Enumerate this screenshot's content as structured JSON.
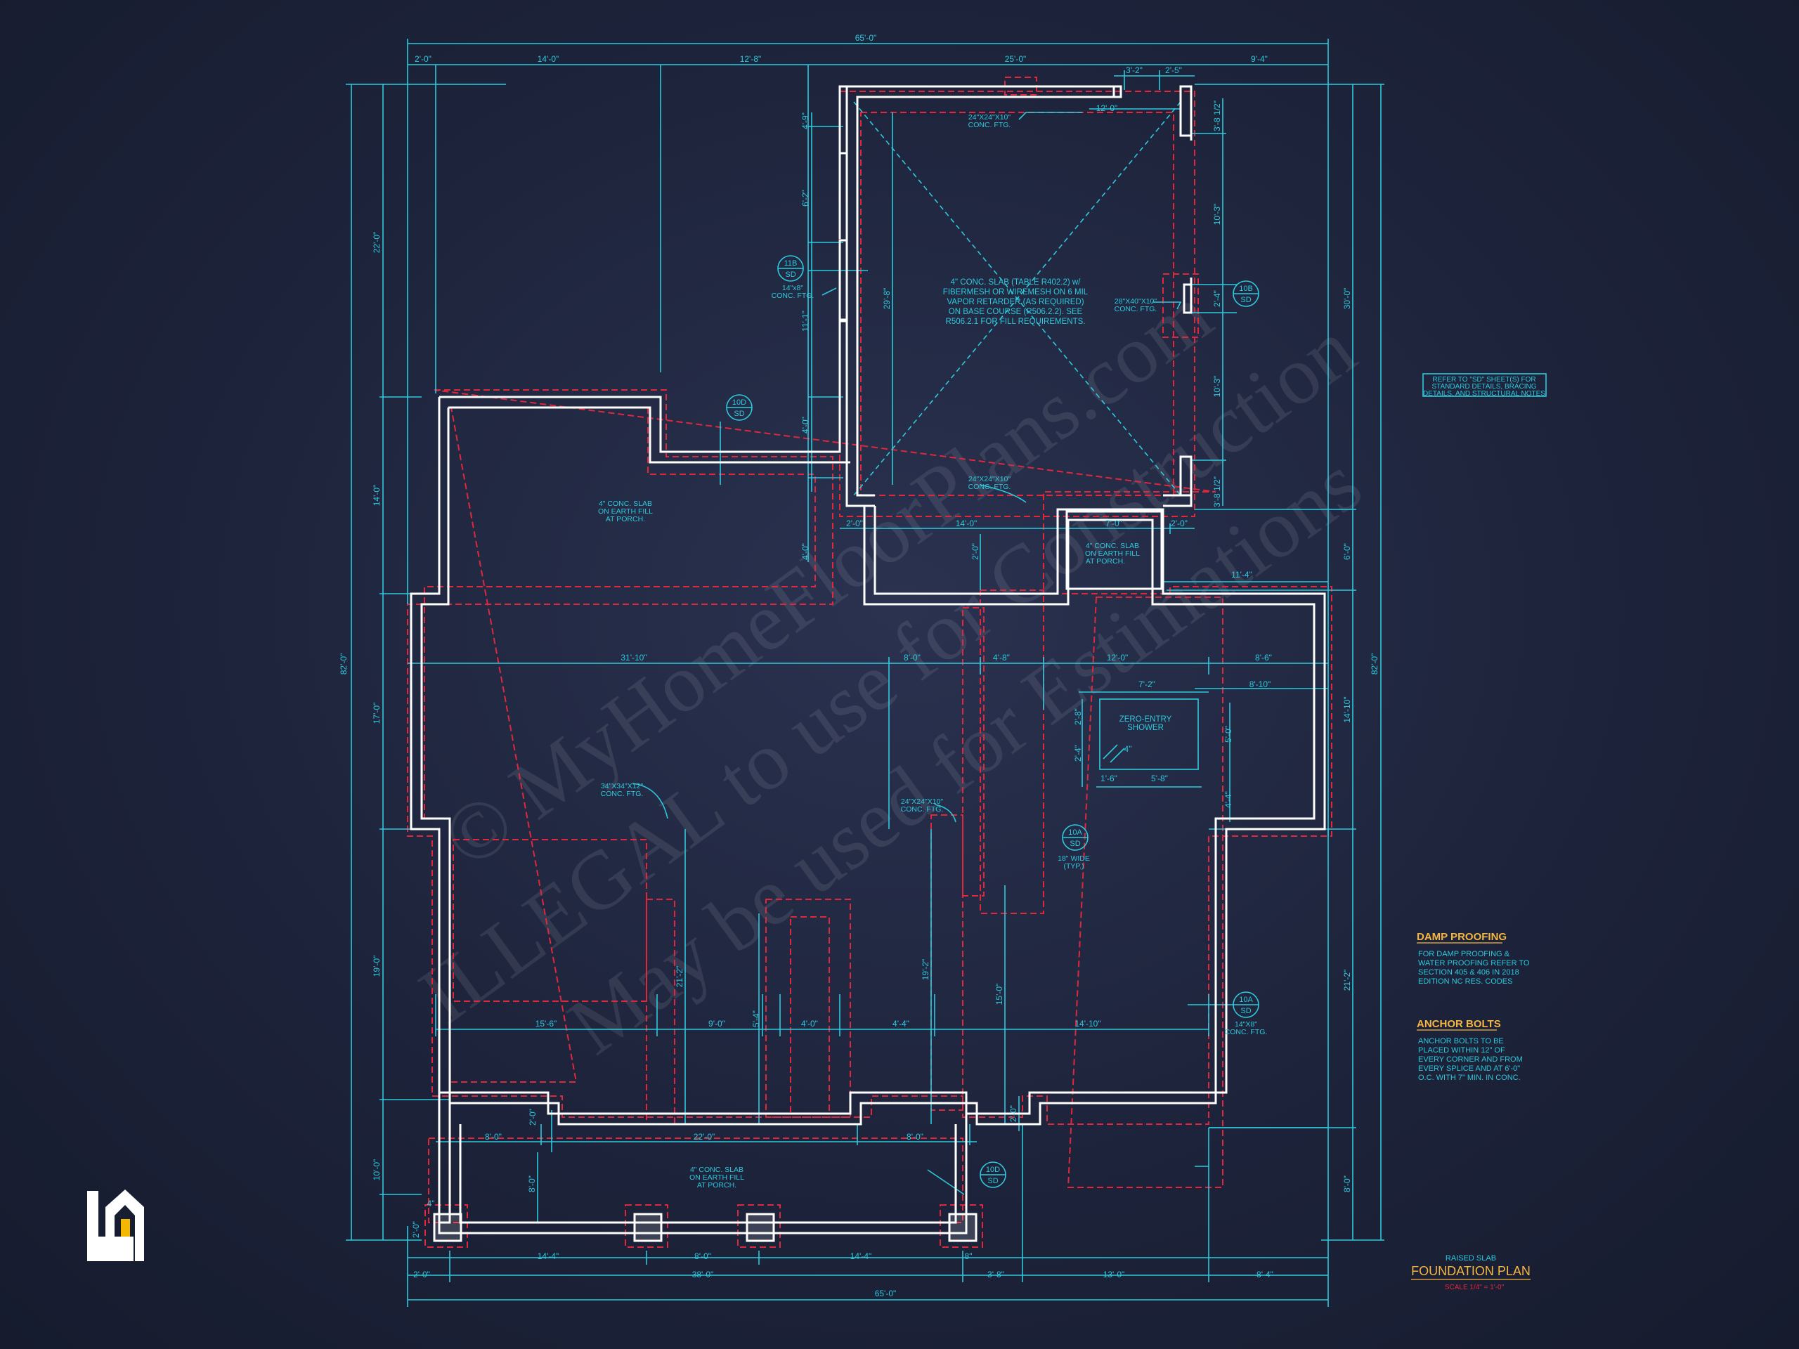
{
  "top_dims_overall": "65'-0\"",
  "top_dims": [
    "2'-0\"",
    "14'-0\"",
    "12'-8\"",
    "25'-0\"",
    "3'-2\"",
    "2'-5\"",
    "9'-4\""
  ],
  "bottom_dims_overall": "65'-0\"",
  "bottom_dims_row1": [
    "4\"",
    "14'-4\"",
    "8'-0\"",
    "14'-4\"",
    "8\""
  ],
  "bottom_dims_row2": [
    "2'-0\"",
    "38'-0\"",
    "3'-8\"",
    "13'-0\"",
    "8'-4\""
  ],
  "left_dims_overall": "82'-0\"",
  "left_dims": [
    "22'-0\"",
    "14'-0\"",
    "17'-0\"",
    "19'-0\"",
    "10'-0\"",
    "2'-0\""
  ],
  "right_dims_overall": "82'-0\"",
  "right_dims": [
    "30'-0\"",
    "6'-0\"",
    "14'-10\"",
    "21'-2\"",
    "8'-0\""
  ],
  "garage_dims": [
    "12'-0\"",
    "3'-8 1/2\"",
    "10'-3\"",
    "2'-4\"",
    "10'-3\"",
    "3'-8 1/2\"",
    "29'-8\""
  ],
  "garage_left_dims": [
    "4'-9\"",
    "6'-2\"",
    "11'-1\"",
    "4'-0\"",
    "4'-0\""
  ],
  "mid_dims": [
    "2'-0\"",
    "14'-0\"",
    "7'-0\"",
    "2'-0\"",
    "11'-4\"",
    "2'-0\""
  ],
  "row_574": [
    "31'-10\"",
    "8'-0\"",
    "4'-8\"",
    "12'-0\"",
    "8'-6\""
  ],
  "shower_dims": [
    "7'-2\"",
    "8'-10\"",
    "2'-8\"",
    "2'-4\"",
    "4\"",
    "1'-6\"",
    "5'-8\"",
    "5'-0\"",
    "4'-4\""
  ],
  "row_893": [
    "15'-6\"",
    "9'-0\"",
    "5'-4\"",
    "4'-0\"",
    "4'-4\"",
    "14'-10\""
  ],
  "vertical_interior": [
    "21'-2\"",
    "19'-2\"",
    "15'-0\"",
    "2'-0\"",
    "8'-0\""
  ],
  "porch_dims": [
    "8'-0\"",
    "22'-0\"",
    "8'-0\"",
    "2'-0\""
  ],
  "notes": {
    "garage_slab": [
      "4\" CONC. SLAB (TABLE R402.2) w/",
      "FIBERMESH OR WIREMESH ON 6 MIL",
      "VAPOR RETARDER (AS REQUIRED)",
      "ON BASE COURSE (R506.2.2). SEE",
      "R506.2.1 FOR FILL REQUIREMENTS."
    ],
    "ftg_24x24_top": [
      "24\"X24\"X10\"",
      "CONC. FTG."
    ],
    "ftg_24x24_bottom": [
      "24\"X24\"X10\"",
      "CONC. FTG."
    ],
    "ftg_28x40": [
      "28\"X40\"X10\"",
      "CONC. FTG."
    ],
    "ftg_14x8_left": [
      "14\"x8\"",
      "CONC. FTG."
    ],
    "porch_slab_left": [
      "4\" CONC. SLAB",
      "ON EARTH FILL",
      "AT PORCH."
    ],
    "porch_slab_small": [
      "4\" CONC. SLAB",
      "ON EARTH FILL",
      "AT PORCH."
    ],
    "porch_slab_front": [
      "4\" CONC. SLAB",
      "ON EARTH FILL",
      "AT PORCH."
    ],
    "ftg_34x34": [
      "34\"X34\"X12\"",
      "CONC. FTG."
    ],
    "ftg_24x24_mid": [
      "24\"X24\"X10\"",
      "CONC. FTG."
    ],
    "shower": [
      "ZERO-ENTRY",
      "SHOWER"
    ],
    "wide": [
      "18\" WIDE",
      "(TYP.)"
    ],
    "ftg_14x8_right": [
      "14\"X8\"",
      "CONC. FTG."
    ]
  },
  "callouts": [
    {
      "top": "11B",
      "bottom": "SD"
    },
    {
      "top": "10D",
      "bottom": "SD"
    },
    {
      "top": "10B",
      "bottom": "SD"
    },
    {
      "top": "10A",
      "bottom": "SD"
    },
    {
      "top": "10A",
      "bottom": "SD"
    },
    {
      "top": "10D",
      "bottom": "SD"
    }
  ],
  "refer_note": [
    "REFER TO \"SD\" SHEET(S) FOR",
    "STANDARD DETAILS, BRACING",
    "DETAILS, AND STRUCTURAL NOTES"
  ],
  "damp_proofing": {
    "title": "DAMP PROOFING",
    "lines": [
      "FOR DAMP PROOFING &",
      "WATER PROOFING REFER TO",
      "SECTION 405 & 406 IN 2018",
      "EDITION NC RES. CODES"
    ]
  },
  "anchor_bolts": {
    "title": "ANCHOR BOLTS",
    "lines": [
      "ANCHOR BOLTS TO BE",
      "PLACED WITHIN 12\" OF",
      "EVERY CORNER AND FROM",
      "EVERY SPLICE AND AT 6'-0\"",
      "O.C. WITH 7\" MIN. IN CONC."
    ]
  },
  "title_block": {
    "subtitle": "RAISED SLAB",
    "title": "FOUNDATION PLAN",
    "scale": "SCALE 1/4\" = 1'-0\""
  },
  "watermark": [
    "© MyHomeFloorPlans.com",
    "ILLEGAL to use for Construction",
    "May be used for Estimations"
  ],
  "colors": {
    "background": "#1c2238",
    "dim_line": "#2ec9dc",
    "wall": "#ffffff",
    "footing": "#e0283c",
    "note_title": "#f5b642",
    "scale_text": "#e0283c",
    "logo": "#ffffff",
    "logo_accent": "#f5b800"
  }
}
